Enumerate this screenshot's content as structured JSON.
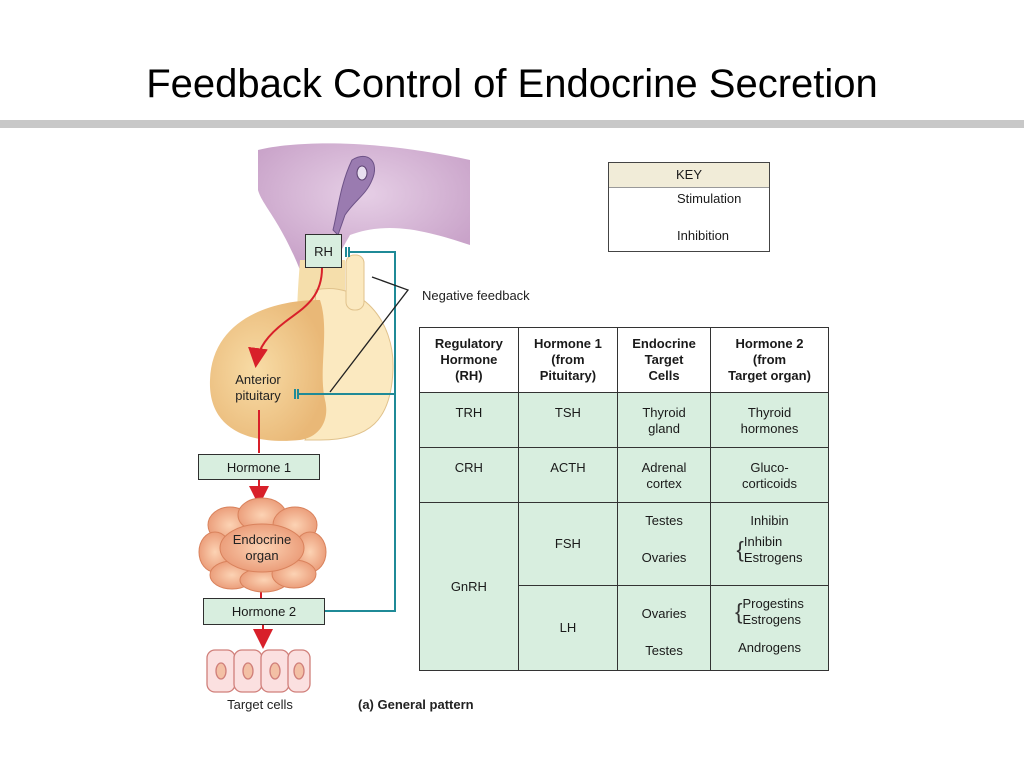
{
  "title": "Feedback Control of Endocrine Secretion",
  "diagram": {
    "rh_label": "RH",
    "anterior_pituitary": "Anterior\npituitary",
    "hormone1": "Hormone 1",
    "endocrine_organ": "Endocrine\norgan",
    "hormone2": "Hormone 2",
    "target_cells": "Target cells",
    "negative_feedback": "Negative feedback",
    "caption": "(a) General pattern"
  },
  "key": {
    "title": "KEY",
    "stimulation": "Stimulation",
    "inhibition": "Inhibition",
    "stimulation_color": "#d8202a",
    "inhibition_color": "#1f8a97"
  },
  "table": {
    "headers": [
      "Regulatory\nHormone\n(RH)",
      "Hormone 1\n(from\nPituitary)",
      "Endocrine\nTarget\nCells",
      "Hormone 2\n(from\nTarget organ)"
    ],
    "rows": {
      "trh": {
        "rh": "TRH",
        "h1": "TSH",
        "target": "Thyroid\ngland",
        "h2": "Thyroid\nhormones"
      },
      "crh": {
        "rh": "CRH",
        "h1": "ACTH",
        "target": "Adrenal\ncortex",
        "h2": "Gluco-\ncorticoids"
      },
      "gnrh": {
        "rh": "GnRH",
        "fsh": {
          "h1": "FSH",
          "target1": "Testes",
          "h2_1": "Inhibin",
          "target2": "Ovaries",
          "h2_2": "Inhibin\nEstrogens"
        },
        "lh": {
          "h1": "LH",
          "target1": "Ovaries",
          "h2_1": "Progestins\nEstrogens",
          "target2": "Testes",
          "h2_2": "Androgens"
        }
      }
    }
  }
}
